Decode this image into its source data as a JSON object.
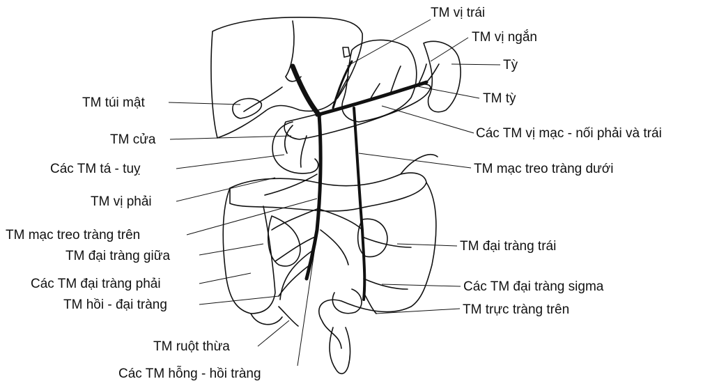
{
  "colors": {
    "ink": "#111111",
    "background": "#ffffff",
    "vein": "#111111"
  },
  "labels": {
    "tm_vi_trai": "TM vị trái",
    "tm_vi_ngan": "TM vị ngắn",
    "ty": "Tỳ",
    "tm_ty": "TM tỳ",
    "tm_vi_mac_noi": "Các TM vị mạc - nối  phải và trái",
    "tm_mac_treo_trang_duoi": "TM mạc treo tràng dưới",
    "tm_dai_trang_trai": "TM đại tràng trái",
    "tm_dai_trang_sigma": "Các TM đại tràng sigma",
    "tm_truc_trang_tren": "TM trực tràng trên",
    "tm_tui_mat": "TM túi mật",
    "tm_cua": "TM cửa",
    "tm_ta_tuy": "Các TM tá - tuỵ",
    "tm_vi_phai": "TM vị phải",
    "tm_mac_treo_trang_tren": "TM mạc treo tràng trên",
    "tm_dai_trang_giua": "TM đại tràng giữa",
    "tm_dai_trang_phai": "Các TM đại tràng phải",
    "tm_hoi_dai_trang": "TM hồi - đại tràng",
    "tm_ruot_thua": "TM ruột thừa",
    "tm_hong_hoi_trang": "Các TM hỗng - hồi tràng"
  }
}
